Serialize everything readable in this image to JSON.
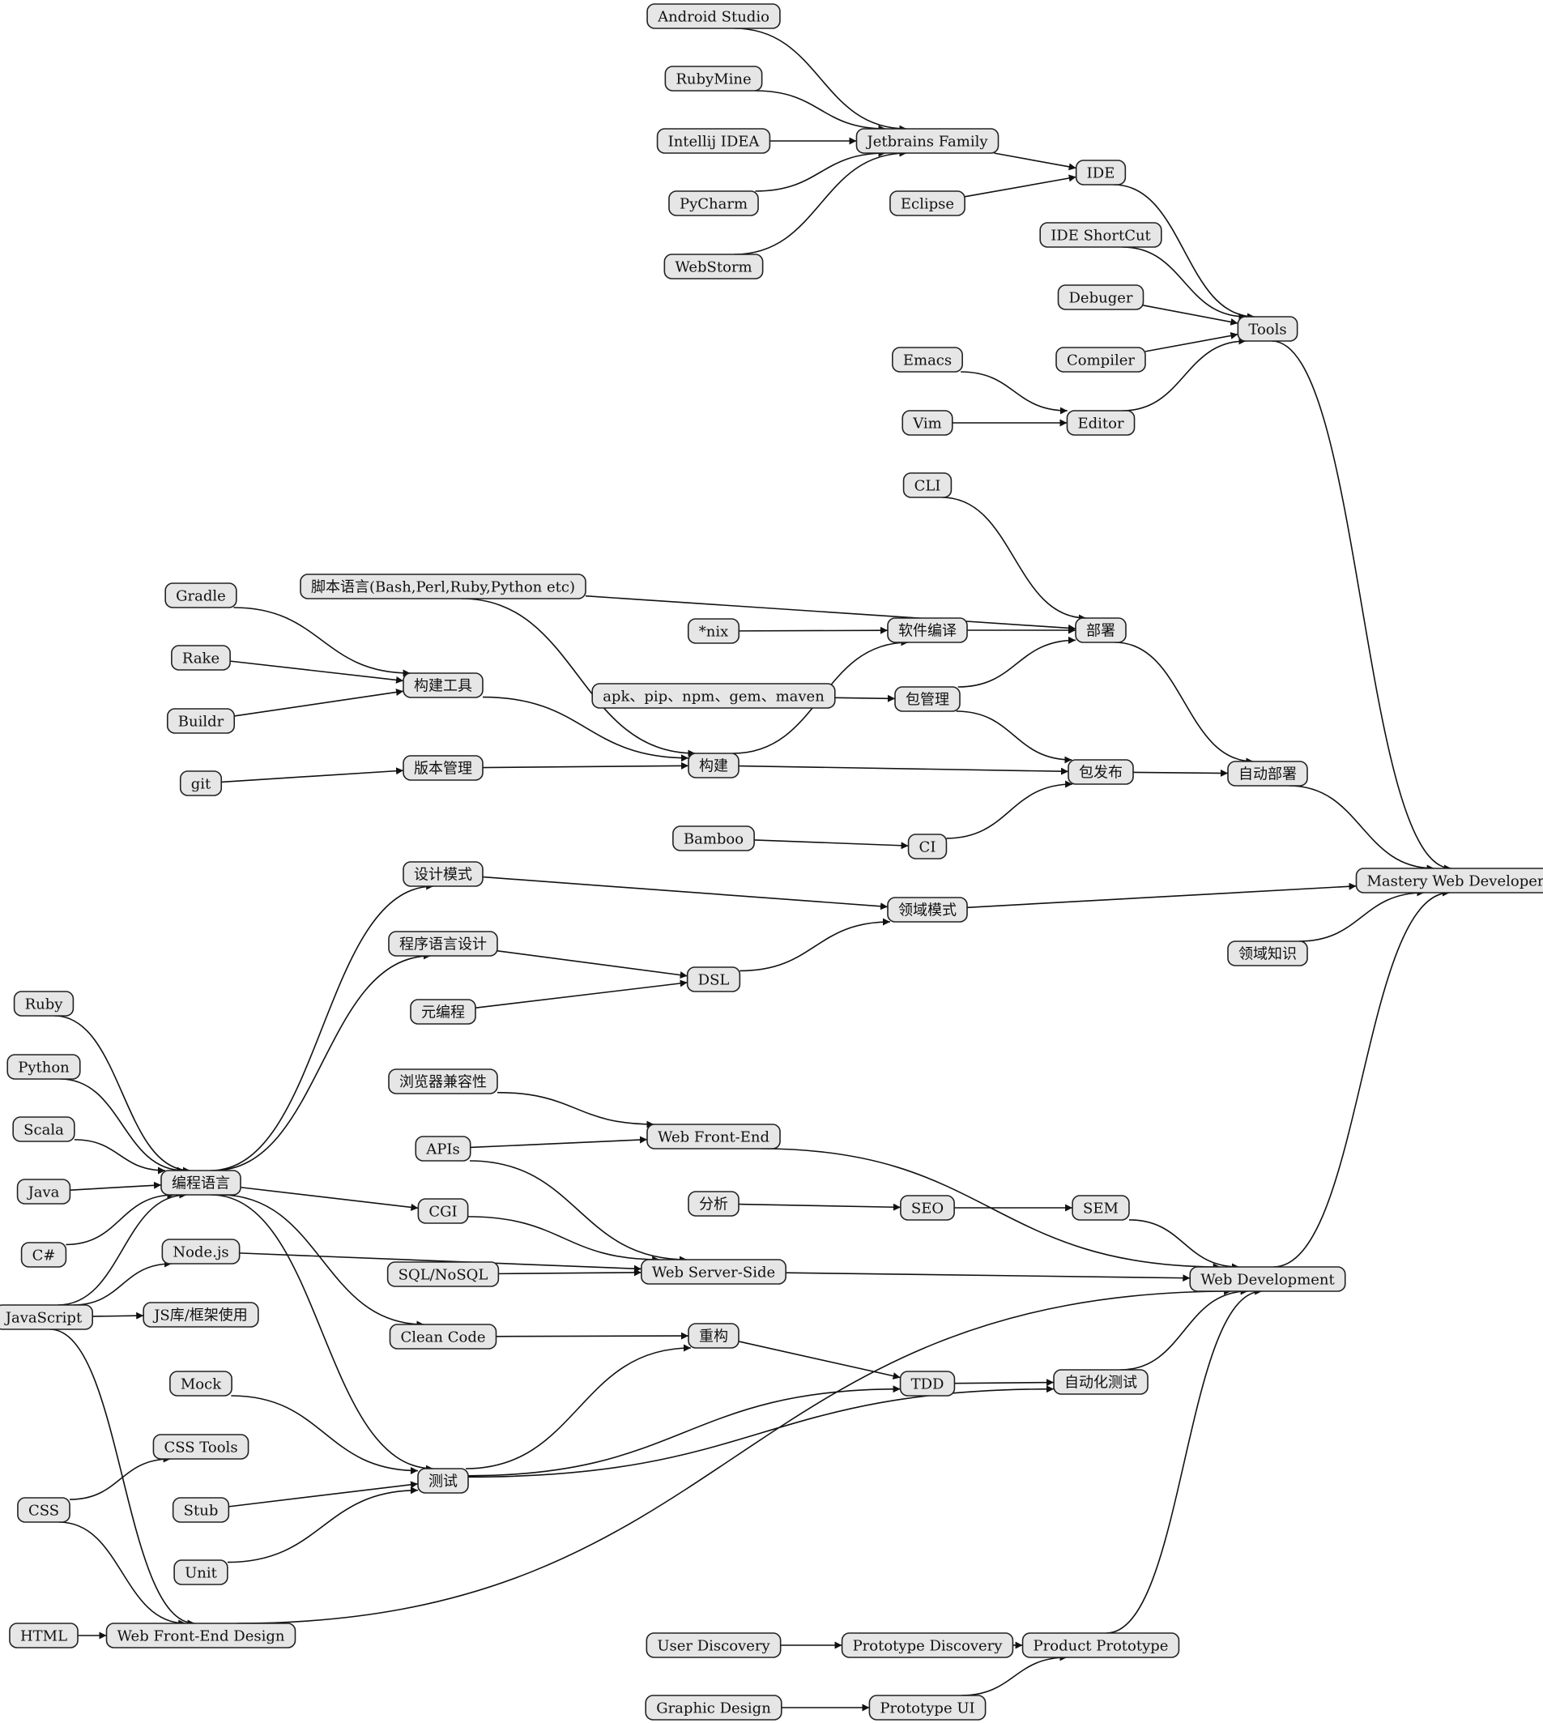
{
  "nodes": [
    {
      "id": "android_studio",
      "label": "Android Studio"
    },
    {
      "id": "rubymine",
      "label": "RubyMine"
    },
    {
      "id": "intellij",
      "label": "Intellij IDEA"
    },
    {
      "id": "pycharm",
      "label": "PyCharm"
    },
    {
      "id": "webstorm",
      "label": "WebStorm"
    },
    {
      "id": "jetbrains",
      "label": "Jetbrains Family"
    },
    {
      "id": "eclipse",
      "label": "Eclipse"
    },
    {
      "id": "ide",
      "label": "IDE"
    },
    {
      "id": "ide_shortcut",
      "label": "IDE ShortCut"
    },
    {
      "id": "debuger",
      "label": "Debuger"
    },
    {
      "id": "compiler",
      "label": "Compiler"
    },
    {
      "id": "tools",
      "label": "Tools"
    },
    {
      "id": "emacs",
      "label": "Emacs"
    },
    {
      "id": "vim",
      "label": "Vim"
    },
    {
      "id": "editor",
      "label": "Editor"
    },
    {
      "id": "cli",
      "label": "CLI"
    },
    {
      "id": "script_lang",
      "label": "脚本语言(Bash,Perl,Ruby,Python etc)"
    },
    {
      "id": "gradle",
      "label": "Gradle"
    },
    {
      "id": "rake",
      "label": "Rake"
    },
    {
      "id": "buildr",
      "label": "Buildr"
    },
    {
      "id": "build_tools",
      "label": "构建工具"
    },
    {
      "id": "nix",
      "label": "*nix"
    },
    {
      "id": "sw_compile",
      "label": "软件编译"
    },
    {
      "id": "deploy",
      "label": "部署"
    },
    {
      "id": "pkg_tools",
      "label": "apk、pip、npm、gem、maven"
    },
    {
      "id": "pkg_mgmt",
      "label": "包管理"
    },
    {
      "id": "git",
      "label": "git"
    },
    {
      "id": "vcs",
      "label": "版本管理"
    },
    {
      "id": "build",
      "label": "构建"
    },
    {
      "id": "pkg_release",
      "label": "包发布"
    },
    {
      "id": "auto_deploy",
      "label": "自动部署"
    },
    {
      "id": "bamboo",
      "label": "Bamboo"
    },
    {
      "id": "ci",
      "label": "CI"
    },
    {
      "id": "design_patterns",
      "label": "设计模式"
    },
    {
      "id": "domain_patterns",
      "label": "领域模式"
    },
    {
      "id": "mastery",
      "label": "Mastery Web Developer"
    },
    {
      "id": "lang_design",
      "label": "程序语言设计"
    },
    {
      "id": "dsl",
      "label": "DSL"
    },
    {
      "id": "domain_knowledge",
      "label": "领域知识"
    },
    {
      "id": "metaprog",
      "label": "元编程"
    },
    {
      "id": "ruby",
      "label": "Ruby"
    },
    {
      "id": "python",
      "label": "Python"
    },
    {
      "id": "scala",
      "label": "Scala"
    },
    {
      "id": "java",
      "label": "Java"
    },
    {
      "id": "csharp",
      "label": "C#"
    },
    {
      "id": "prog_lang",
      "label": "编程语言"
    },
    {
      "id": "browser_compat",
      "label": "浏览器兼容性"
    },
    {
      "id": "apis",
      "label": "APIs"
    },
    {
      "id": "web_frontend",
      "label": "Web Front-End"
    },
    {
      "id": "analysis",
      "label": "分析"
    },
    {
      "id": "seo",
      "label": "SEO"
    },
    {
      "id": "sem",
      "label": "SEM"
    },
    {
      "id": "cgi",
      "label": "CGI"
    },
    {
      "id": "nodejs",
      "label": "Node.js"
    },
    {
      "id": "sql",
      "label": "SQL/NoSQL"
    },
    {
      "id": "web_server",
      "label": "Web Server-Side"
    },
    {
      "id": "web_dev",
      "label": "Web Development"
    },
    {
      "id": "javascript",
      "label": "JavaScript"
    },
    {
      "id": "js_libs",
      "label": "JS库/框架使用"
    },
    {
      "id": "clean_code",
      "label": "Clean Code"
    },
    {
      "id": "refactor",
      "label": "重构"
    },
    {
      "id": "mock",
      "label": "Mock"
    },
    {
      "id": "tdd",
      "label": "TDD"
    },
    {
      "id": "auto_test",
      "label": "自动化测试"
    },
    {
      "id": "css_tools",
      "label": "CSS Tools"
    },
    {
      "id": "testing",
      "label": "测试"
    },
    {
      "id": "stub",
      "label": "Stub"
    },
    {
      "id": "css",
      "label": "CSS"
    },
    {
      "id": "unit",
      "label": "Unit"
    },
    {
      "id": "html",
      "label": "HTML"
    },
    {
      "id": "web_fe_design",
      "label": "Web Front-End Design"
    },
    {
      "id": "user_discovery",
      "label": "User Discovery"
    },
    {
      "id": "proto_discovery",
      "label": "Prototype Discovery"
    },
    {
      "id": "product_proto",
      "label": "Product Prototype"
    },
    {
      "id": "graphic_design",
      "label": "Graphic Design"
    },
    {
      "id": "proto_ui",
      "label": "Prototype UI"
    }
  ],
  "edges": [
    {
      "from": "android_studio",
      "to": "jetbrains"
    },
    {
      "from": "rubymine",
      "to": "jetbrains"
    },
    {
      "from": "intellij",
      "to": "jetbrains"
    },
    {
      "from": "pycharm",
      "to": "jetbrains"
    },
    {
      "from": "webstorm",
      "to": "jetbrains"
    },
    {
      "from": "jetbrains",
      "to": "ide"
    },
    {
      "from": "eclipse",
      "to": "ide"
    },
    {
      "from": "ide",
      "to": "tools"
    },
    {
      "from": "ide_shortcut",
      "to": "tools"
    },
    {
      "from": "debuger",
      "to": "tools"
    },
    {
      "from": "compiler",
      "to": "tools"
    },
    {
      "from": "editor",
      "to": "tools"
    },
    {
      "from": "emacs",
      "to": "editor"
    },
    {
      "from": "vim",
      "to": "editor"
    },
    {
      "from": "tools",
      "to": "mastery"
    },
    {
      "from": "cli",
      "to": "deploy"
    },
    {
      "from": "script_lang",
      "to": "deploy"
    },
    {
      "from": "script_lang",
      "to": "build"
    },
    {
      "from": "gradle",
      "to": "build_tools"
    },
    {
      "from": "rake",
      "to": "build_tools"
    },
    {
      "from": "buildr",
      "to": "build_tools"
    },
    {
      "from": "build_tools",
      "to": "build"
    },
    {
      "from": "nix",
      "to": "sw_compile"
    },
    {
      "from": "sw_compile",
      "to": "deploy"
    },
    {
      "from": "pkg_tools",
      "to": "pkg_mgmt"
    },
    {
      "from": "pkg_mgmt",
      "to": "deploy"
    },
    {
      "from": "pkg_mgmt",
      "to": "pkg_release"
    },
    {
      "from": "git",
      "to": "vcs"
    },
    {
      "from": "vcs",
      "to": "build"
    },
    {
      "from": "build",
      "to": "sw_compile"
    },
    {
      "from": "build",
      "to": "pkg_release"
    },
    {
      "from": "deploy",
      "to": "auto_deploy"
    },
    {
      "from": "pkg_release",
      "to": "auto_deploy"
    },
    {
      "from": "auto_deploy",
      "to": "mastery"
    },
    {
      "from": "bamboo",
      "to": "ci"
    },
    {
      "from": "ci",
      "to": "pkg_release"
    },
    {
      "from": "design_patterns",
      "to": "domain_patterns"
    },
    {
      "from": "domain_patterns",
      "to": "mastery"
    },
    {
      "from": "lang_design",
      "to": "dsl"
    },
    {
      "from": "metaprog",
      "to": "dsl"
    },
    {
      "from": "dsl",
      "to": "domain_patterns"
    },
    {
      "from": "domain_knowledge",
      "to": "mastery"
    },
    {
      "from": "ruby",
      "to": "prog_lang"
    },
    {
      "from": "python",
      "to": "prog_lang"
    },
    {
      "from": "scala",
      "to": "prog_lang"
    },
    {
      "from": "java",
      "to": "prog_lang"
    },
    {
      "from": "csharp",
      "to": "prog_lang"
    },
    {
      "from": "javascript",
      "to": "prog_lang"
    },
    {
      "from": "prog_lang",
      "to": "design_patterns"
    },
    {
      "from": "prog_lang",
      "to": "lang_design"
    },
    {
      "from": "prog_lang",
      "to": "cgi"
    },
    {
      "from": "prog_lang",
      "to": "clean_code"
    },
    {
      "from": "prog_lang",
      "to": "testing"
    },
    {
      "from": "browser_compat",
      "to": "web_frontend"
    },
    {
      "from": "apis",
      "to": "web_frontend"
    },
    {
      "from": "apis",
      "to": "web_server"
    },
    {
      "from": "web_frontend",
      "to": "web_dev"
    },
    {
      "from": "analysis",
      "to": "seo"
    },
    {
      "from": "seo",
      "to": "sem"
    },
    {
      "from": "sem",
      "to": "web_dev"
    },
    {
      "from": "cgi",
      "to": "web_server"
    },
    {
      "from": "nodejs",
      "to": "web_server"
    },
    {
      "from": "sql",
      "to": "web_server"
    },
    {
      "from": "web_server",
      "to": "web_dev"
    },
    {
      "from": "web_dev",
      "to": "mastery"
    },
    {
      "from": "javascript",
      "to": "nodejs"
    },
    {
      "from": "javascript",
      "to": "js_libs"
    },
    {
      "from": "javascript",
      "to": "web_fe_design"
    },
    {
      "from": "clean_code",
      "to": "refactor"
    },
    {
      "from": "refactor",
      "to": "tdd"
    },
    {
      "from": "testing",
      "to": "refactor"
    },
    {
      "from": "testing",
      "to": "tdd"
    },
    {
      "from": "testing",
      "to": "auto_test"
    },
    {
      "from": "mock",
      "to": "testing"
    },
    {
      "from": "stub",
      "to": "testing"
    },
    {
      "from": "unit",
      "to": "testing"
    },
    {
      "from": "tdd",
      "to": "auto_test"
    },
    {
      "from": "auto_test",
      "to": "web_dev"
    },
    {
      "from": "css",
      "to": "css_tools"
    },
    {
      "from": "css",
      "to": "web_fe_design"
    },
    {
      "from": "html",
      "to": "web_fe_design"
    },
    {
      "from": "web_fe_design",
      "to": "web_dev"
    },
    {
      "from": "user_discovery",
      "to": "proto_discovery"
    },
    {
      "from": "proto_discovery",
      "to": "product_proto"
    },
    {
      "from": "graphic_design",
      "to": "proto_ui"
    },
    {
      "from": "proto_ui",
      "to": "product_proto"
    },
    {
      "from": "product_proto",
      "to": "web_dev"
    }
  ]
}
